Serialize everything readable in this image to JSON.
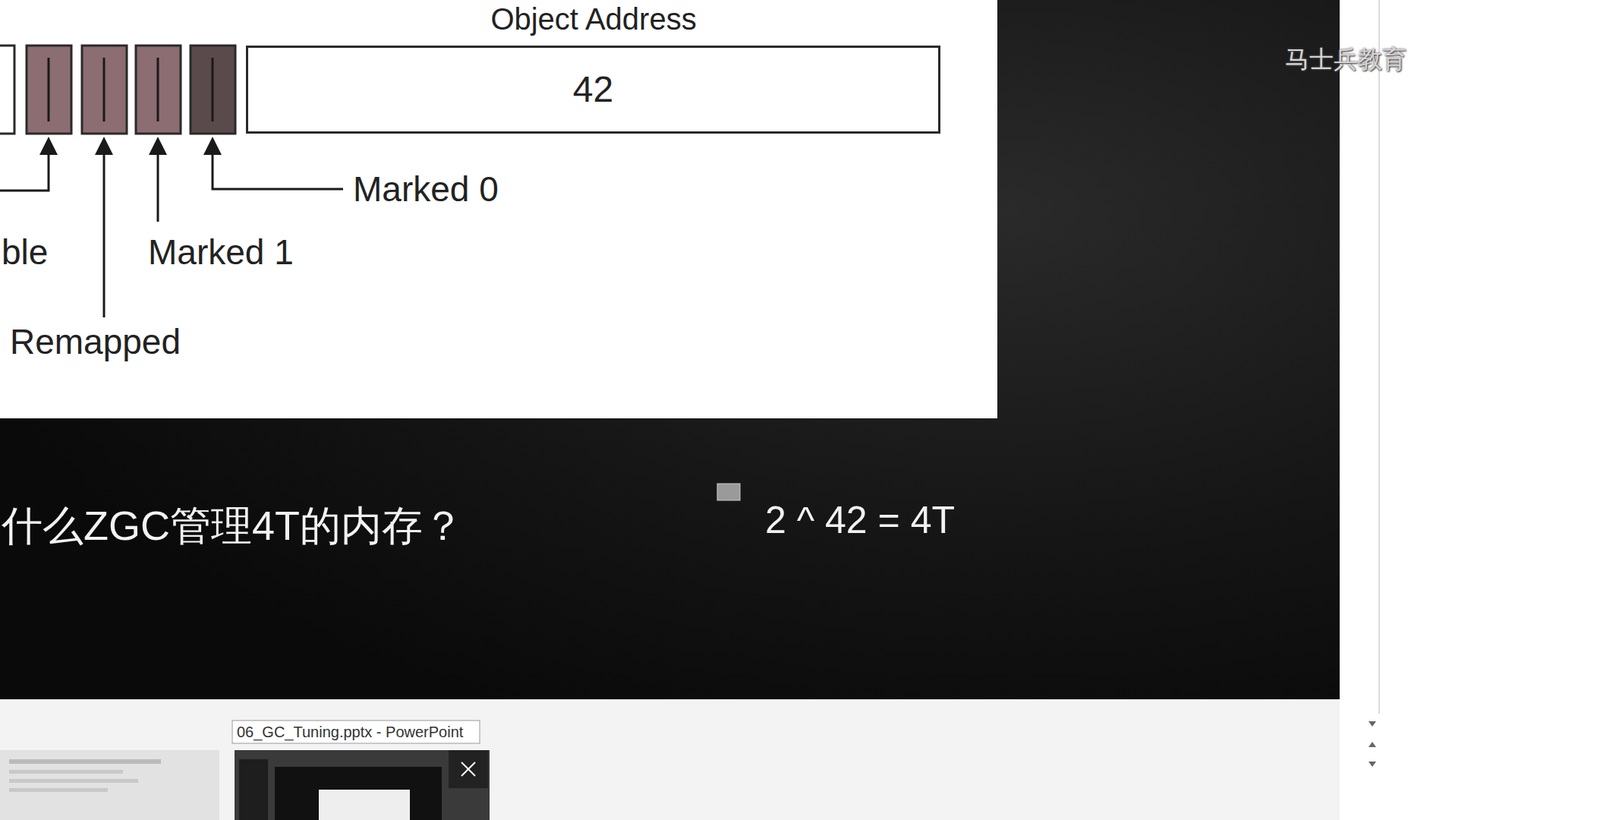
{
  "diagram": {
    "nodes": [
      {
        "text": [
          "42"
        ]
      }
    ],
    "labels": [
      "Object Address",
      "Marked 0",
      "Marked 1",
      "Remapped",
      "ble",
      "什么ZGC管理4T的内存？",
      "2 ^ 42 = 4T",
      "马士兵教育",
      "06_GC_Tuning.pptx - PowerPoint"
    ]
  }
}
